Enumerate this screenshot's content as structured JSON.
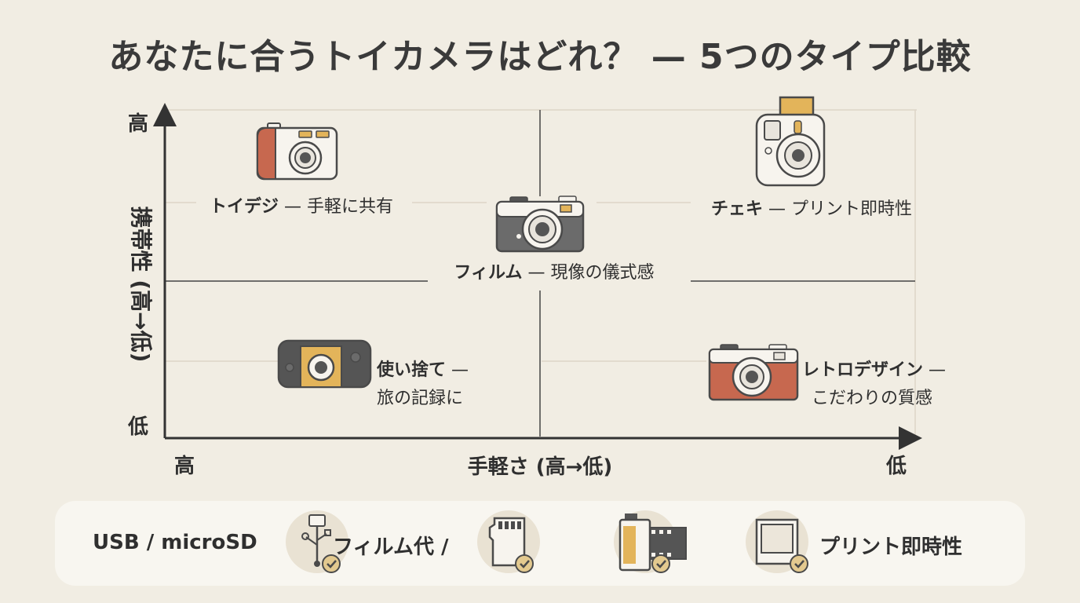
{
  "title": "あなたに合うトイカメラはどれ？ — 5つのタイプ比較",
  "axes": {
    "y_label": "携帯性 (高→低)",
    "y_high": "高",
    "y_low": "低",
    "x_label": "手軽さ (高→低)",
    "x_high": "高",
    "x_low": "低"
  },
  "cameras": [
    {
      "name": "トイデジ",
      "desc": "手軽に共有",
      "icon": "toy-digital-camera-icon"
    },
    {
      "name": "チェキ",
      "desc": "プリント即時性",
      "icon": "instant-camera-icon"
    },
    {
      "name": "フィルム",
      "desc": "現像の儀式感",
      "icon": "film-camera-icon"
    },
    {
      "name": "使い捨て",
      "desc": "旅の記録に",
      "icon": "disposable-camera-icon"
    },
    {
      "name": "レトロデザイン",
      "desc": "こだわりの質感",
      "icon": "retro-camera-icon"
    }
  ],
  "footer": {
    "usb_label": "USB / microSD",
    "film_label": "フィルム代 /",
    "print_label": "プリント即時性",
    "icons": [
      "usb-check-icon",
      "sd-card-check-icon",
      "film-roll-check-icon",
      "print-frame-check-icon"
    ]
  },
  "colors": {
    "background": "#f1ede3",
    "accent_red": "#c7684f",
    "accent_yellow": "#e3b45a",
    "dark_gray": "#555555"
  }
}
